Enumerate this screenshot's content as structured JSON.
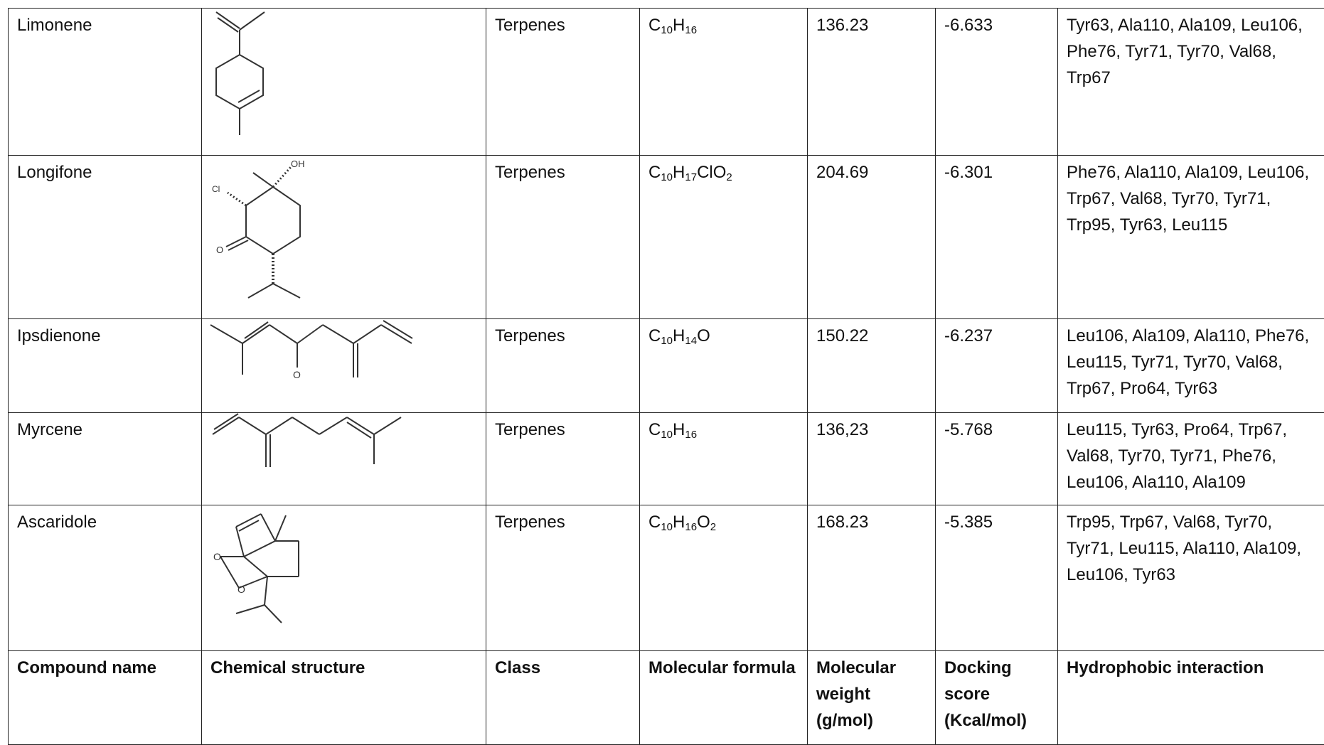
{
  "rows": [
    {
      "name": "Limonene",
      "class": "Terpenes",
      "formula": [
        {
          "t": "C"
        },
        {
          "s": "10"
        },
        {
          "t": "H"
        },
        {
          "s": "16"
        }
      ],
      "weight": "136.23",
      "score": "-6.633",
      "hydrophobic": "Tyr63, Ala110, Ala109, Leu106, Phe76, Tyr71, Tyr70, Val68, Trp67"
    },
    {
      "name": "Longifone",
      "class": "Terpenes",
      "formula": [
        {
          "t": "C"
        },
        {
          "s": "10"
        },
        {
          "t": "H"
        },
        {
          "s": "17"
        },
        {
          "t": "ClO"
        },
        {
          "s": "2"
        }
      ],
      "weight": "204.69",
      "score": "-6.301",
      "hydrophobic": "Phe76, Ala110, Ala109, Leu106, Trp67, Val68, Tyr70, Tyr71, Trp95, Tyr63, Leu115",
      "atoms": {
        "oh": "OH",
        "cl": "Cl",
        "o": "O"
      }
    },
    {
      "name": "Ipsdienone",
      "class": "Terpenes",
      "formula": [
        {
          "t": "C"
        },
        {
          "s": "10"
        },
        {
          "t": "H"
        },
        {
          "s": "14"
        },
        {
          "t": "O"
        }
      ],
      "weight": "150.22",
      "score": "-6.237",
      "hydrophobic": "Leu106, Ala109, Ala110, Phe76, Leu115, Tyr71, Tyr70, Val68, Trp67, Pro64, Tyr63",
      "atoms": {
        "o": "O"
      }
    },
    {
      "name": "Myrcene",
      "class": "Terpenes",
      "formula": [
        {
          "t": "C"
        },
        {
          "s": "10"
        },
        {
          "t": "H"
        },
        {
          "s": "16"
        }
      ],
      "weight": "136,23",
      "score": "-5.768",
      "hydrophobic": "Leu115, Tyr63, Pro64, Trp67, Val68, Tyr70, Tyr71, Phe76, Leu106, Ala110, Ala109"
    },
    {
      "name": "Ascaridole",
      "class": "Terpenes",
      "formula": [
        {
          "t": "C"
        },
        {
          "s": "10"
        },
        {
          "t": "H"
        },
        {
          "s": "16"
        },
        {
          "t": "O"
        },
        {
          "s": "2"
        }
      ],
      "weight": "168.23",
      "score": "-5.385",
      "hydrophobic": "Trp95, Trp67, Val68, Tyr70, Tyr71, Leu115, Ala110, Ala109, Leu106, Tyr63",
      "atoms": {
        "o1": "O",
        "o2": "O"
      }
    }
  ],
  "header": {
    "name": "Compound name",
    "structure": "Chemical structure",
    "class": "Class",
    "formula": "Molecular formula",
    "weight": "Molecular weight (g/mol)",
    "score": "Docking score (Kcal/mol)",
    "hydrophobic": "Hydrophobic interaction"
  }
}
